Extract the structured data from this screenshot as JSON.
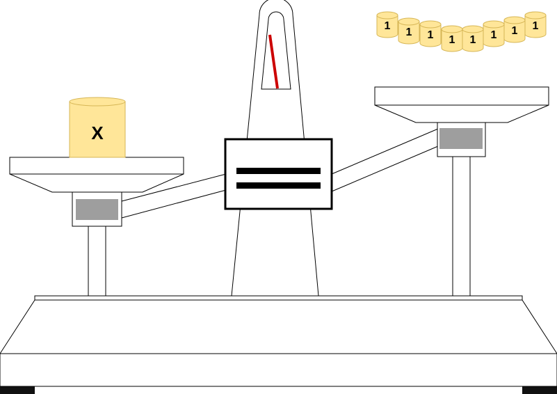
{
  "scene": {
    "unknown_label": "X",
    "weights": [
      {
        "label": "1"
      },
      {
        "label": "1"
      },
      {
        "label": "1"
      },
      {
        "label": "1"
      },
      {
        "label": "1"
      },
      {
        "label": "1"
      },
      {
        "label": "1"
      },
      {
        "label": "1"
      }
    ],
    "balance_symbol": "equals-sign",
    "needle_color": "#cc0000",
    "weight_fill": "#ffe699",
    "weight_stroke": "#d6b656",
    "display_fill": "#9e9e9e"
  }
}
